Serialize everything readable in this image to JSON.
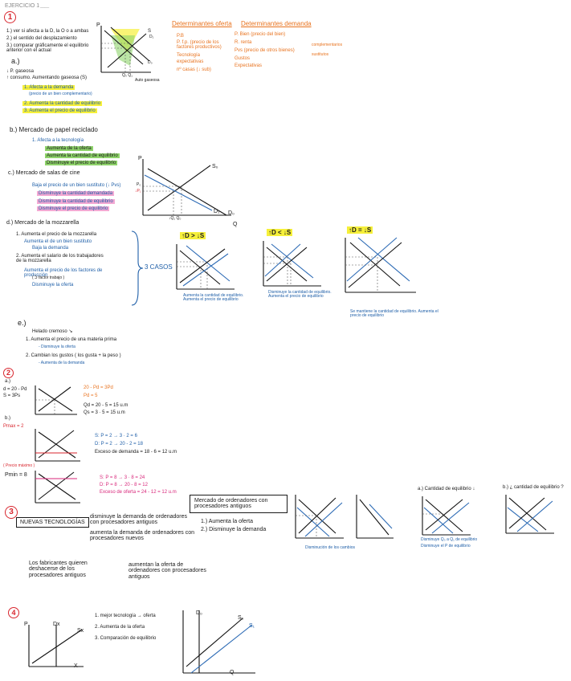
{
  "header": {
    "title": "EJERCICIO 1",
    "date": "____"
  },
  "ex1": {
    "number": "1",
    "tasks": [
      "1.) ver si afecta a la D, la O o a ambas",
      "2.) el sentido del desplazamiento",
      "3.) comparar gráficamente el equilibrio anterior con el actual"
    ],
    "a_label": "a.)",
    "a_notes": [
      "↓ P. gaseosa",
      "↑ consumo. Aumentando gaseosa (S)"
    ],
    "a_results": [
      "1. Afecta a la demanda",
      "(precio de un bien complementario)",
      "2. Aumenta la cantidad de equilibrio",
      "3. Aumenta el precio de equilibrio"
    ],
    "chart_axis_p": "P",
    "chart_axis_q": "Q",
    "chart_labels": [
      "D₁",
      "S",
      "D₀",
      "Q₀ Q₁",
      "Auto gaseosa"
    ],
    "b_label": "b.) Mercado de papel reciclado",
    "b_results": [
      "1. Afecta a la tecnología",
      "Aumenta de la oferta",
      "Aumenta la cantidad de equilibrio",
      "Disminuye el precio de equilibrio"
    ],
    "c_label": "c.) Mercado de salas de cine",
    "c_results": [
      "Baja el precio de un bien sustituto (↓ Pvs)",
      "Disminuye la cantidad demandada",
      "Disminuye la cantidad de equilibrio",
      "Disminuye el precio de equilibrio"
    ],
    "c_chart_labels": [
      "P",
      "S₀",
      "P₀",
      "↓P₁",
      "D₁",
      "D₀",
      "Q",
      "↓Q₁ Q₀"
    ],
    "d_label": "d.) Mercado de la mozzarella",
    "d_results": [
      "1. Aumenta el precio de la mozzarella",
      "Aumenta el de un bien sustituto",
      "Baja la demanda",
      "2. Aumenta el salario de los trabajadores de la mozzarella",
      "Aumenta el precio de los factores de producción",
      "( Ↄ factor trabajo )",
      "Disminuye la oferta"
    ],
    "d_cases": "3 CASOS",
    "d_case_titles": [
      "↑D > ↓S",
      "↑D < ↓S",
      "↑D = ↓S"
    ],
    "d_case_notes": [
      "Aumenta la cantidad de equilibrio. Aumenta el precio de equilibrio",
      "Disminuye la cantidad de equilibrio. Aumenta el precio de equilibrio",
      "Se mantiene la cantidad de equilibrio. Aumenta el precio de equilibrio"
    ],
    "e_label": "e.)",
    "e_notes": [
      "Helado cremoso ↘",
      "1. Aumenta el precio de una materia prima",
      "- Disminuye la oferta",
      "2. Cambian los gustos ( los gusta + la peso )",
      "- Aumenta de la demanda"
    ]
  },
  "offer_factors": {
    "title": "Determinantes oferta",
    "items": [
      "P.B",
      "P. f.p. (precio de los factores productivos)",
      "Tecnología",
      "expectativas",
      "nº casas (↓ sub)"
    ]
  },
  "demand_factors": {
    "title": "Determinantes demanda",
    "items": [
      "P. Bien (precio del bien)",
      "R. renta",
      "Pvs (precio de otros bienes)",
      "Gustos",
      "Expectativas"
    ],
    "side_notes": [
      "complementarios",
      "sustitutos"
    ]
  },
  "ex2": {
    "number": "2",
    "a_label": "a.)",
    "equations": [
      "d = 20 - Pd",
      "S = 3Ps"
    ],
    "calc": [
      "20 - Pd = 3Pd",
      "Pd = 5",
      "Qd = 20 - 5 = 15 u.m",
      "Qs = 3 · 5 = 15 u.m"
    ],
    "b_label": "b.)",
    "pmax": "Pmax = 2",
    "b_calc": [
      "S: P = 2 → 3 · 2 = 6",
      "D: P = 2 → 20 - 2 = 18",
      "Exceso de demanda = 18 - 6 = 12 u.m"
    ],
    "c_label": "( Precio máximo )",
    "pmin": "Pmin = 8",
    "c_calc": [
      "S: P = 8 → 3 · 8 = 24",
      "D: P = 8 → 20 - 8 = 12",
      "Exceso de oferta = 24 - 12 = 12 u.m"
    ]
  },
  "ex3": {
    "number": "3",
    "new_tech": "NUEVAS TECNOLOGÍAS",
    "arrows": [
      "disminuye la demanda de ordenadores con procesadores antiguos",
      "aumenta la demanda de ordenadores con procesadores nuevos"
    ],
    "market_box": "Mercado de ordenadores con procesadores antiguos",
    "steps": [
      "1.) Aumenta la oferta",
      "2.) Disminuye la demanda"
    ],
    "note_bottom": "Disminución de los cambios",
    "a_label": "a.) Cantidad de equilibrio ↓",
    "b_label": "b.) ¿ cantidad de equilibrio ?",
    "factory_text": [
      "Los fabricantes quieren deshacerse de los procesadores antiguos"
    ],
    "factory_arrow": "aumentan la oferta de ordenadores con procesadores antiguos",
    "a_notes": [
      "Disminuye Q₀ a Q₁ de equilibrio",
      "Disminuye el P de equilibrio"
    ]
  },
  "ex4": {
    "number": "4",
    "steps": [
      "1. mejor tecnología → oferta",
      "2. Aumenta de la oferta",
      "3. Comparación de equilibrio"
    ],
    "labels": [
      "P",
      "Dx",
      "Sx",
      "X",
      "D₀",
      "S₀",
      "S₁",
      "Q"
    ]
  }
}
